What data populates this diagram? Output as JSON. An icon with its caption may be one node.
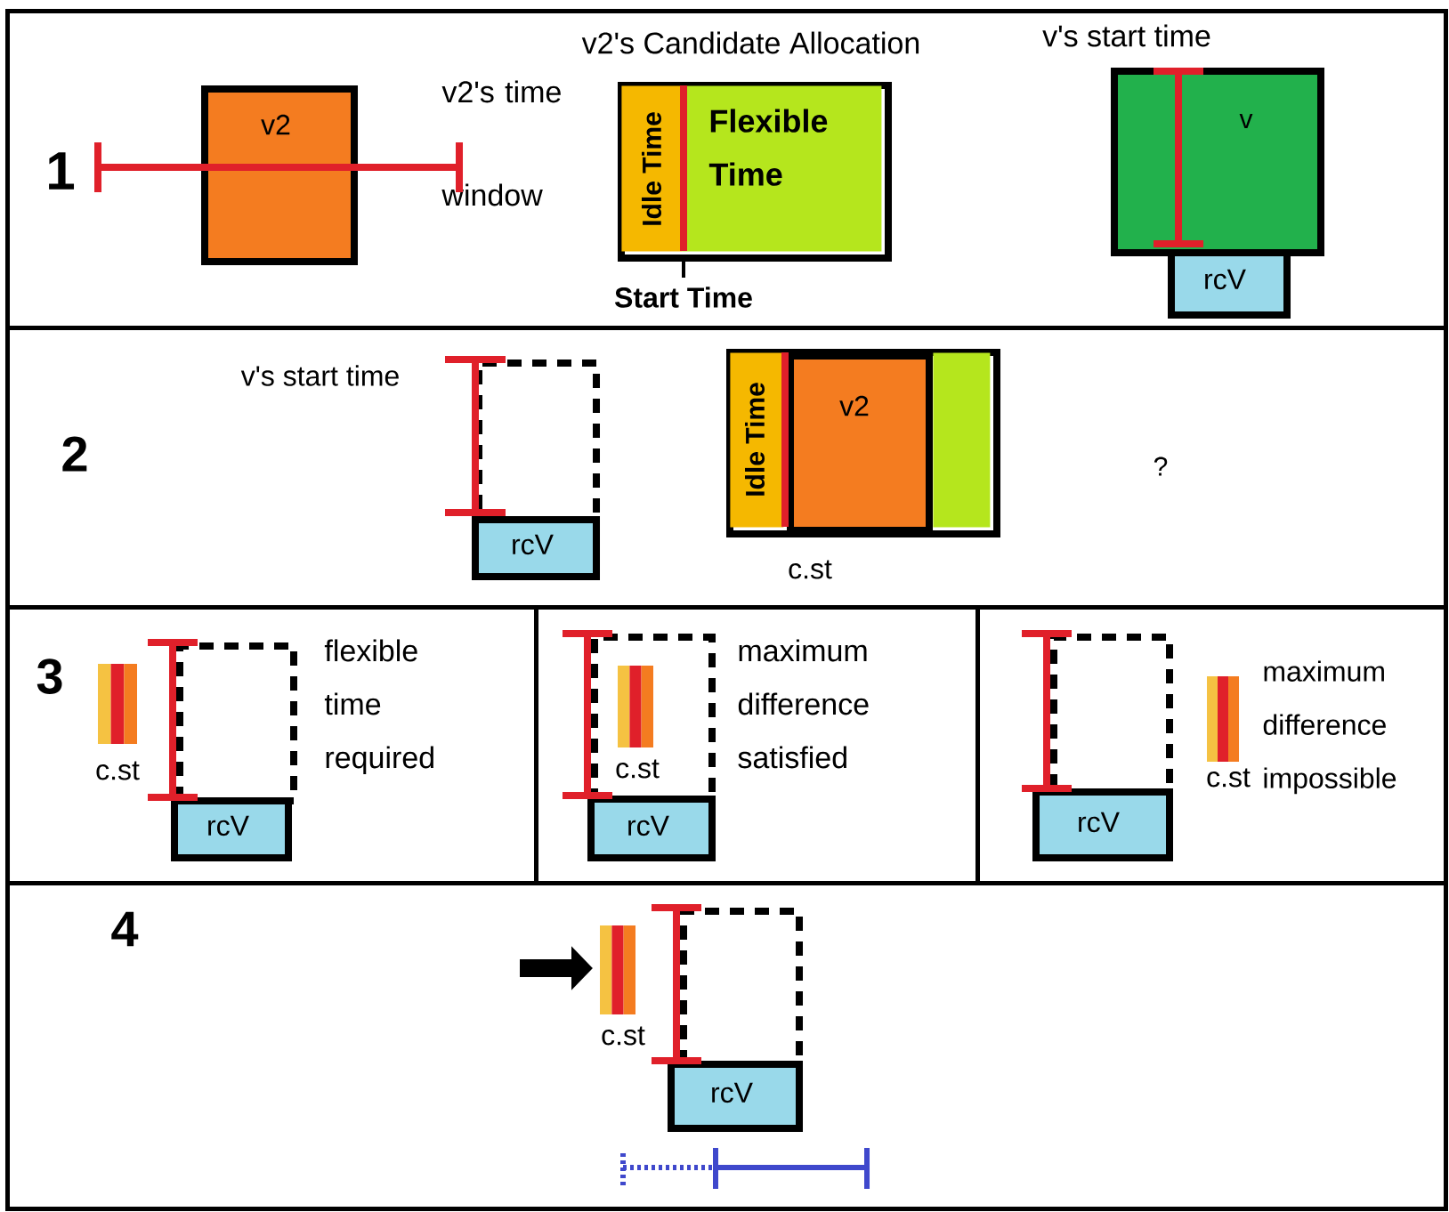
{
  "diagram": {
    "nodes": [
      {
        "text": [
          "1",
          "v2's time window",
          "v's start time"
        ]
      },
      {
        "text": [
          "v2"
        ],
        "in": 0
      },
      {
        "text": [
          "v2's Candidate Allocation"
        ],
        "beside": [
          "Start Time"
        ],
        "in": 0
      },
      {
        "text": [
          "Idle Time"
        ],
        "in": 2
      },
      {
        "text": [
          "Flexible Time"
        ],
        "in": 2
      },
      {
        "text": [
          "v"
        ],
        "in": 0
      },
      {
        "text": [
          "rcV"
        ],
        "in": 0
      },
      {
        "text": [
          "2",
          "v's start time",
          "?"
        ]
      },
      {
        "text": [],
        "shape": "box",
        "in": 7
      },
      {
        "text": [
          "rcV"
        ],
        "in": 7
      },
      {
        "text": [],
        "shape": "box",
        "beside": [
          "c.st"
        ],
        "in": 7
      },
      {
        "text": [
          "Idle Time"
        ],
        "in": 10
      },
      {
        "text": [
          "v2"
        ],
        "in": 10
      },
      {
        "text": [],
        "shape": "bar",
        "in": 10
      },
      {
        "text": [
          "3",
          "c.st",
          "flexible time required"
        ]
      },
      {
        "text": [],
        "shape": "box",
        "in": 14
      },
      {
        "text": [
          "rcV"
        ],
        "in": 14
      },
      {
        "text": [
          "maximum difference satisfied"
        ]
      },
      {
        "text": [
          "c.st"
        ],
        "in": 17
      },
      {
        "text": [
          "rcV"
        ],
        "in": 17
      },
      {
        "text": [
          "c.st",
          "maximum difference impossible"
        ]
      },
      {
        "text": [],
        "shape": "box",
        "in": 20
      },
      {
        "text": [
          "rcV"
        ],
        "in": 20
      },
      {
        "text": [
          "4",
          "c.st"
        ]
      },
      {
        "text": [],
        "shape": "box",
        "in": 23
      },
      {
        "text": [
          "rcV"
        ],
        "in": 23
      }
    ]
  }
}
